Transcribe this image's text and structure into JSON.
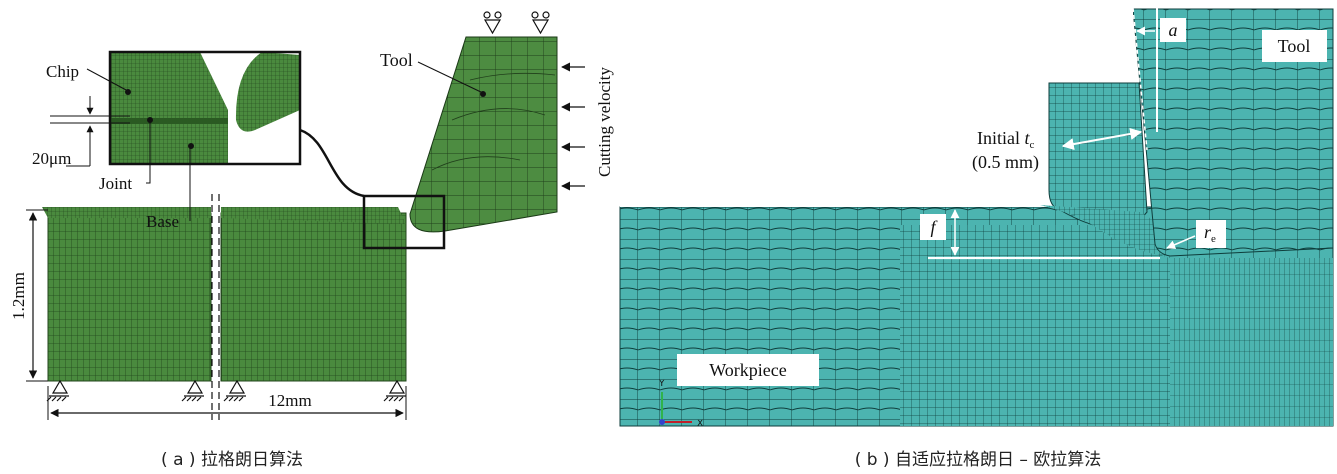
{
  "panel_a": {
    "chip_label": "Chip",
    "joint_label": "Joint",
    "base_label": "Base",
    "tool_label": "Tool",
    "velocity_label": "Cutting velocity",
    "dim_joint": "20μm",
    "dim_height": "1.2mm",
    "dim_length": "12mm",
    "caption": "( a ) 拉格朗日算法"
  },
  "panel_b": {
    "dim_a": "a",
    "tool_label": "Tool",
    "initial_tc_main": "Initial ",
    "initial_tc_t": "t",
    "initial_tc_sub": "c",
    "initial_tc_value": "(0.5 mm)",
    "feed_label": "f",
    "radius_r": "r",
    "radius_sub": "e",
    "workpiece_label": "Workpiece",
    "axis_y": "Y",
    "axis_x": "X",
    "caption": "( b ) 自适应拉格朗日 – 欧拉算法"
  },
  "colors": {
    "mesh_green": "#4a8a3e",
    "mesh_green_line": "#244a1e",
    "mesh_teal": "#4cb4b0",
    "mesh_teal_line": "#0d3b3a"
  }
}
